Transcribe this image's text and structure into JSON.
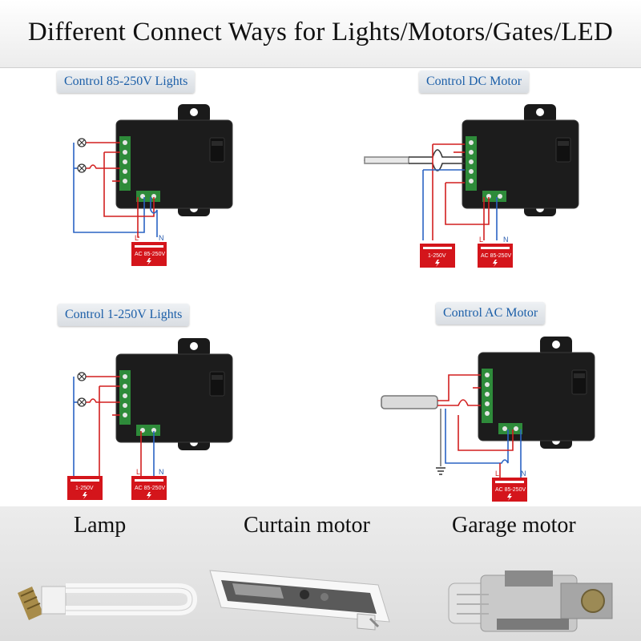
{
  "header": {
    "title": "Different Connect Ways for Lights/Motors/Gates/LED"
  },
  "panels": [
    {
      "label": "Control 85-250V Lights",
      "supplies": [
        "AC 85-250V"
      ],
      "ln": [
        "L",
        "N"
      ]
    },
    {
      "label": "Control DC Motor",
      "supplies": [
        "1-250V",
        "AC 85-250V"
      ],
      "ln": [
        "L",
        "N"
      ]
    },
    {
      "label": "Control 1-250V Lights",
      "supplies": [
        "1-250V",
        "AC 85-250V"
      ],
      "ln": [
        "L",
        "N"
      ]
    },
    {
      "label": "Control AC Motor",
      "supplies": [
        "AC 85-250V"
      ],
      "ln": [
        "L",
        "N"
      ]
    }
  ],
  "products": [
    {
      "label": "Lamp",
      "icon": "lamp-icon"
    },
    {
      "label": "Curtain motor",
      "icon": "curtain-motor-icon"
    },
    {
      "label": "Garage motor",
      "icon": "garage-motor-icon"
    }
  ],
  "colors": {
    "wire_red": "#d21f1f",
    "wire_blue": "#2a63c4",
    "module": "#1a1a1a",
    "label_text": "#1c5fa8",
    "supply_box": "#d4151b",
    "terminal": "#2e8b3a"
  }
}
